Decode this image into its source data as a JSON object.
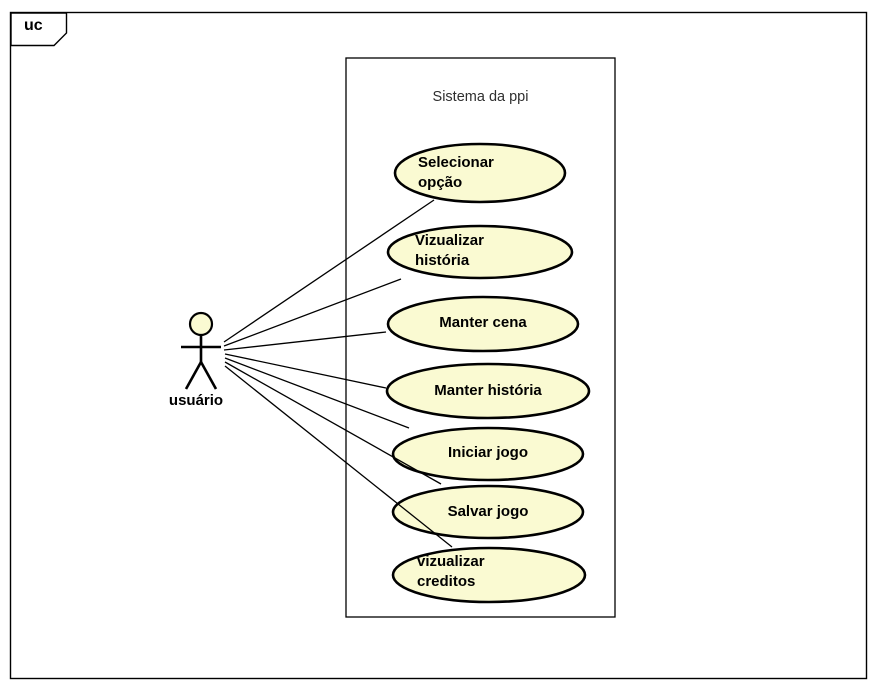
{
  "frame": {
    "tag": "uc"
  },
  "system": {
    "title": "Sistema da ppi"
  },
  "actor": {
    "label": "usuário"
  },
  "use_cases": [
    {
      "label": "Selecionar\nopção"
    },
    {
      "label": "Vizualizar\nhistória"
    },
    {
      "label": "Manter cena"
    },
    {
      "label": "Manter história"
    },
    {
      "label": "Iniciar jogo"
    },
    {
      "label": "Salvar jogo"
    },
    {
      "label": "vizualizar\ncreditos"
    }
  ],
  "colors": {
    "shape_fill": "#FAFAD2",
    "shape_stroke": "#000000",
    "background": "#FFFFFF"
  }
}
